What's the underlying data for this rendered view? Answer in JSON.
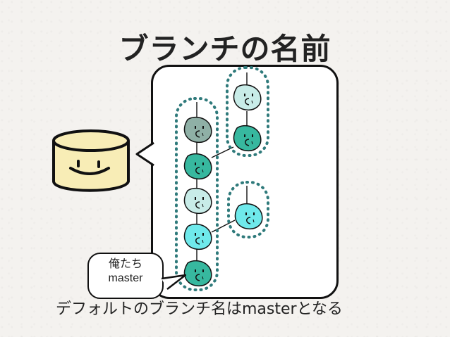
{
  "slide": {
    "title": "ブランチの名前",
    "label_lines": [
      "俺たち",
      "master"
    ],
    "footer": "デフォルトのブランチ名はmasterとなる"
  },
  "colors": {
    "background": "#f4f2ef",
    "outline": "#111111",
    "dots": "#2f7a7b",
    "server_fill": "#f8edb6",
    "node_gray": "#8fb0a6",
    "node_teal": "#37b89f",
    "node_cyan": "#6fe9eb",
    "node_pale": "#c8ece8",
    "node_light_teal": "#9dd9ce"
  },
  "icons": {
    "server": "server-face-icon",
    "node_face": "smiley-node-icon"
  }
}
